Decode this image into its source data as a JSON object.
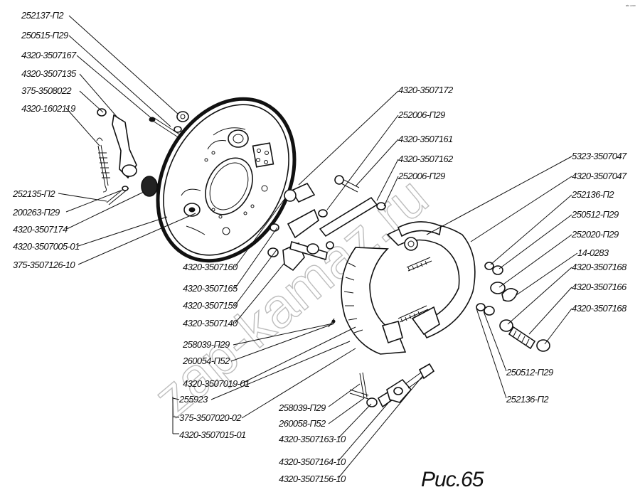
{
  "caption": "Рис.65",
  "corner_mark": "ᵃᵗᶜ ⁿᵒᵒᵒ",
  "watermark": "zap-kamaz.ru",
  "labels": [
    "252137-П2",
    "250515-П29",
    "4320-3507167",
    "4320-3507135",
    "375-3508022",
    "4320-1602119",
    "252135-П2",
    "200263-П29",
    "4320-3507174",
    "4320-3507005-01",
    "375-3507126-10",
    "4320-3507172",
    "252006-П29",
    "4320-3507161",
    "4320-3507162",
    "252006-П29",
    "4320-3507160",
    "4320-3507165",
    "4320-3507159",
    "4320-3507140",
    "258039-П29",
    "260054-П52",
    "4320-3507019-01",
    "255923",
    "375-3507020-02",
    "4320-3507015-01",
    "5323-3507047",
    "4320-3507047",
    "252136-П2",
    "250512-П29",
    "252020-П29",
    "14-0283",
    "4320-3507168",
    "4320-3507166",
    "4320-3507168",
    "250512-П29",
    "252136-П2",
    "258039-П29",
    "260058-П52",
    "4320-3507163-10",
    "4320-3507164-10",
    "4320-3507156-10"
  ]
}
